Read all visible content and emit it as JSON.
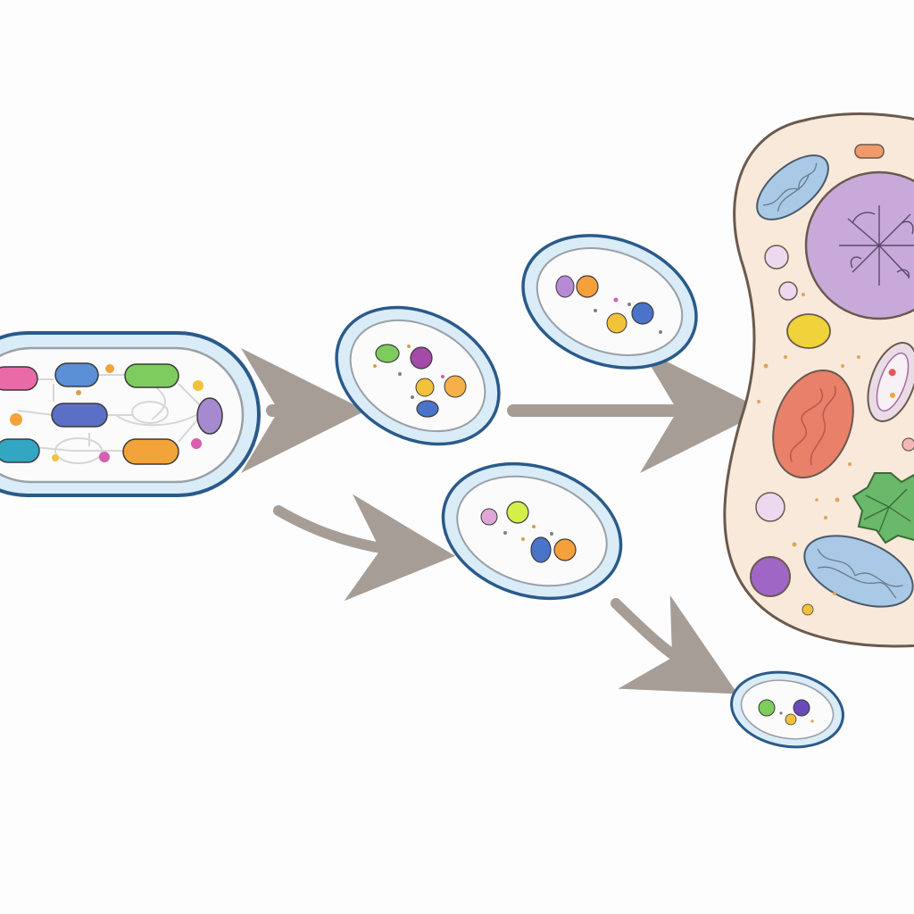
{
  "diagram": {
    "labels": [],
    "colors": {
      "background": "#fdfdfd",
      "prokaryote_outline": "#2a5a8a",
      "capsule_fill": "#d9ecf7",
      "cytoplasm_fill": "#fbfbfb",
      "arrow": "#a69d97",
      "eukaryote_fill": "#f8e9da",
      "eukaryote_outline": "#6a5a4e",
      "nucleus": "#c9a9d9",
      "mitochondrion": "#e8806a",
      "chloroplast_like": "#a9c9e6",
      "golgi_green": "#6ab86a"
    },
    "icons": [
      "large-prokaryote-cell",
      "small-prokaryote-cell",
      "eukaryote-cell",
      "nucleus",
      "mitochondrion",
      "vesicle",
      "arrow"
    ]
  }
}
